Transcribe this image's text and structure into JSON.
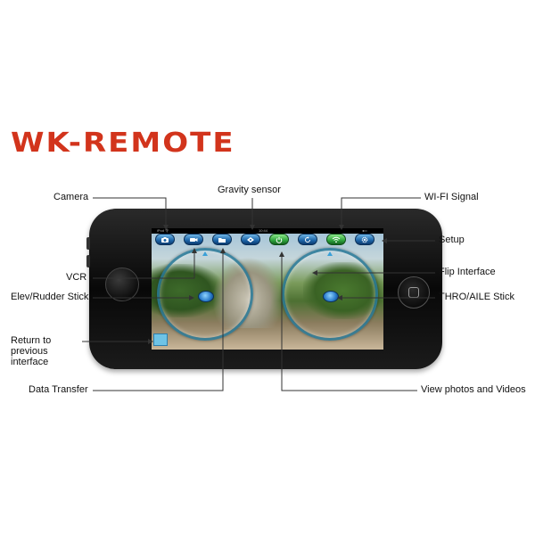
{
  "title": "WK-REMOTE",
  "screen": {
    "status_left": "iPod 令",
    "status_center": "10:44",
    "status_right": "◂▭",
    "toolbar": [
      {
        "id": "camera",
        "icon": "camera-icon"
      },
      {
        "id": "vcr",
        "icon": "video-camera-icon"
      },
      {
        "id": "data",
        "icon": "folder-icon"
      },
      {
        "id": "gravity",
        "icon": "gravity-sensor-icon"
      },
      {
        "id": "power",
        "icon": "power-icon"
      },
      {
        "id": "flip",
        "icon": "refresh-icon"
      },
      {
        "id": "wifi",
        "icon": "wifi-icon"
      },
      {
        "id": "setup",
        "icon": "gear-icon"
      }
    ]
  },
  "labels": {
    "camera": "Camera",
    "gravity": "Gravity sensor",
    "wifi": "WI-FI Signal",
    "setup": "Setup",
    "vcr": "VCR",
    "flip": "Flip Interface",
    "elev": "Elev/Rudder Stick",
    "thro": "THRO/AILE Stick",
    "return": "Return to previous interface",
    "data_transfer": "Data Transfer",
    "view_photos": "View photos and Videos"
  },
  "colors": {
    "title": "#d2341c",
    "button_blue": "#1c63a6",
    "button_green": "#2ea33c",
    "ring": "#2878a0"
  }
}
